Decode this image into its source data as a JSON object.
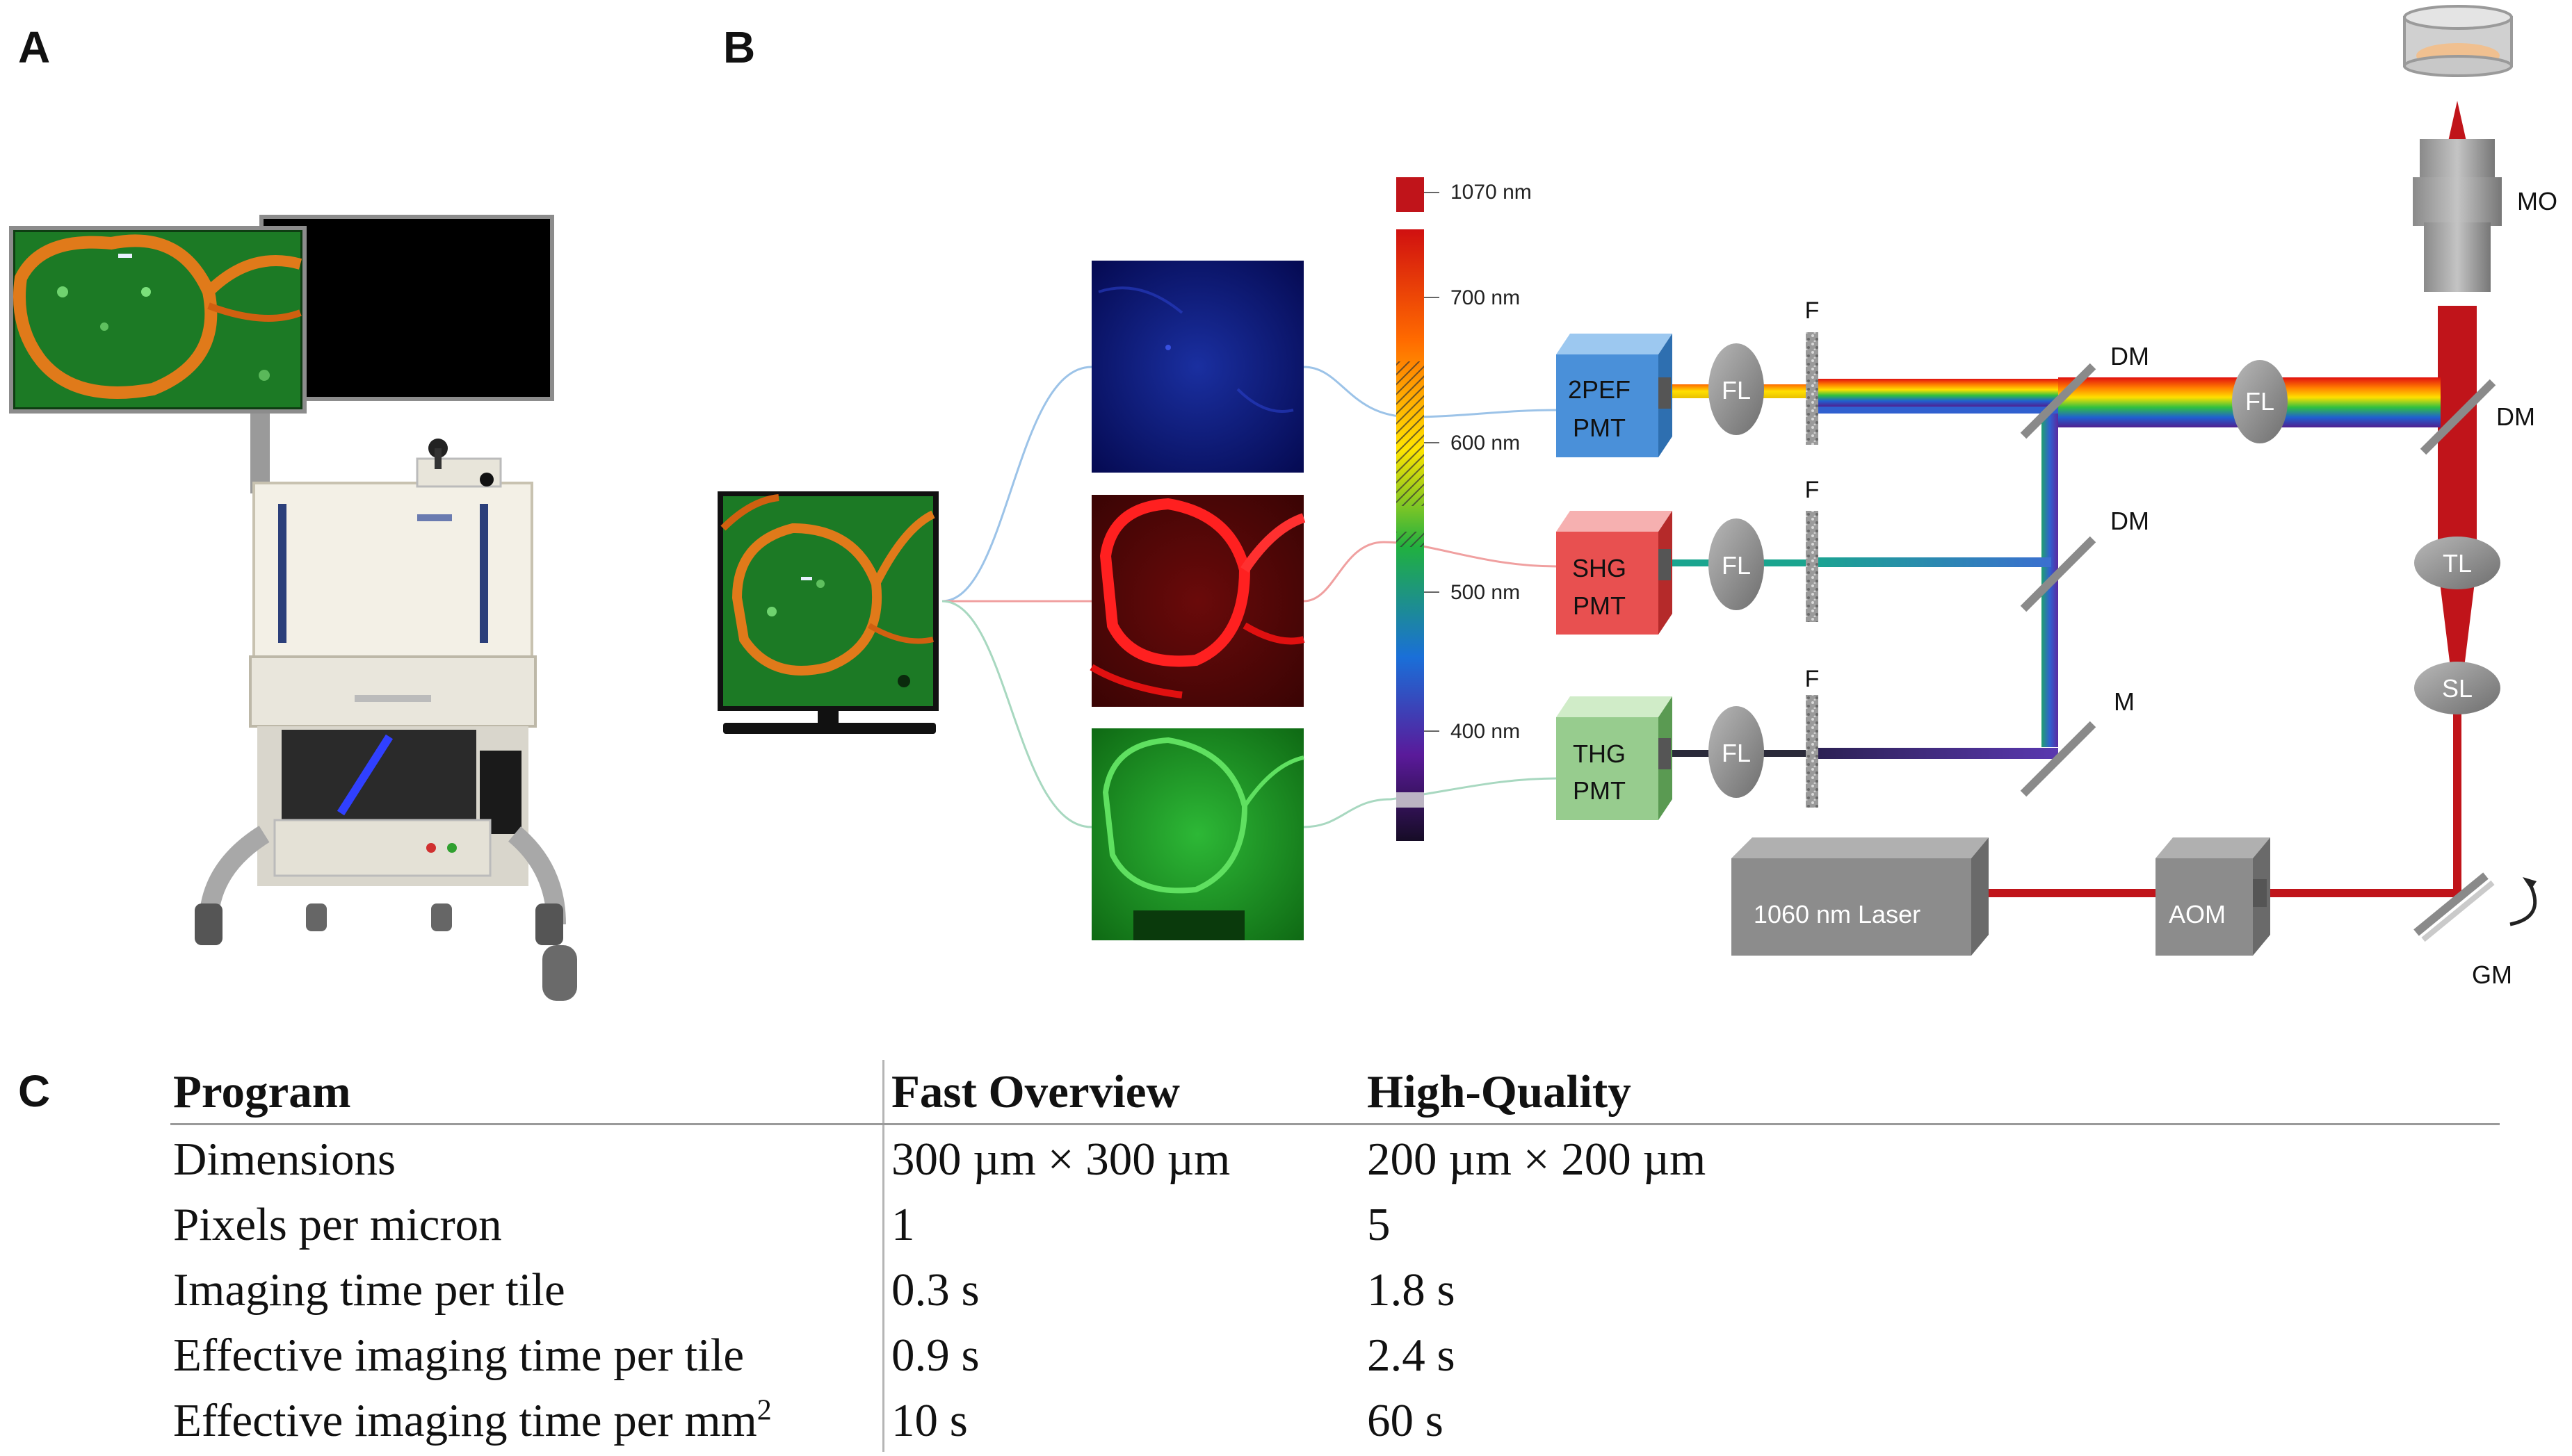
{
  "panels": {
    "a": "A",
    "b": "B",
    "c": "C"
  },
  "spectrum": {
    "nm1070": "1070 nm",
    "nm700": "700 nm",
    "nm600": "600 nm",
    "nm500": "500 nm",
    "nm400": "400 nm"
  },
  "detectors": {
    "pef": {
      "line1": "2PEF",
      "line2": "PMT"
    },
    "shg": {
      "line1": "SHG",
      "line2": "PMT"
    },
    "thg": {
      "line1": "THG",
      "line2": "PMT"
    }
  },
  "optics": {
    "fl": "FL",
    "f": "F",
    "dm": "DM",
    "m": "M",
    "mo": "MO",
    "tl": "TL",
    "sl": "SL",
    "gm": "GM",
    "aom": "AOM",
    "laser": "1060 nm Laser"
  },
  "table": {
    "headers": [
      "Program",
      "Fast Overview",
      "High-Quality"
    ],
    "rows": [
      {
        "label": "Dimensions",
        "fast": "300 µm × 300 µm",
        "hq": "200 µm × 200 µm"
      },
      {
        "label": "Pixels per micron",
        "fast": "1",
        "hq": "5"
      },
      {
        "label": "Imaging time per tile",
        "fast": "0.3 s",
        "hq": "1.8 s"
      },
      {
        "label": "Effective imaging time per tile",
        "fast": "0.9 s",
        "hq": "2.4 s"
      },
      {
        "label": "Effective imaging time per mm",
        "label_sup": "2",
        "fast": "10 s",
        "hq": "60 s"
      }
    ]
  },
  "colors": {
    "laser_red": "#c0141a",
    "pef_blue": "#3f8fd6",
    "shg_red": "#e84444",
    "thg_green": "#93c98c",
    "tissue_green": "#1f9a2e",
    "tissue_orange": "#e07a1a"
  }
}
